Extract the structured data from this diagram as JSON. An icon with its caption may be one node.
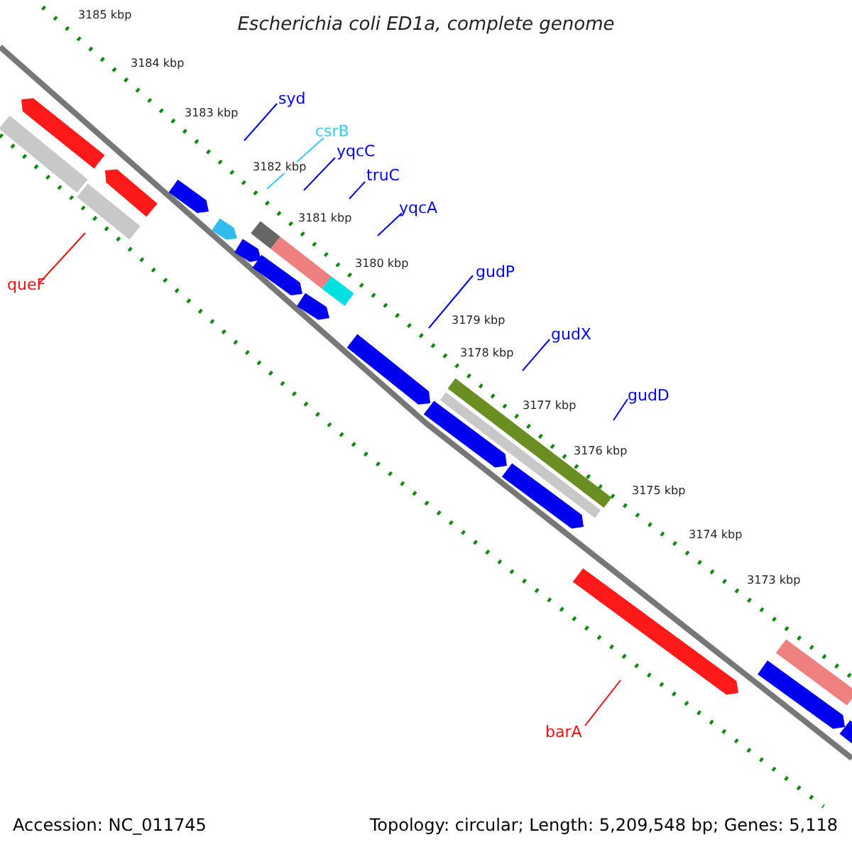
{
  "diagram": {
    "title": "Escherichia coli ED1a, complete genome",
    "nodes": [
      {
        "text": [
          "syd"
        ]
      },
      {
        "text": [
          "csrB"
        ]
      },
      {
        "text": [
          "yqcC"
        ]
      },
      {
        "text": [
          "truC"
        ]
      },
      {
        "text": [
          "yqcA"
        ]
      },
      {
        "text": [
          "gudP"
        ]
      },
      {
        "text": [
          "gudX"
        ]
      },
      {
        "text": [
          "gudD"
        ]
      },
      {
        "text": [
          "queF"
        ]
      },
      {
        "text": [
          "barA"
        ]
      }
    ],
    "edges": [
      {
        "from": 0,
        "to": null,
        "arrow": "none"
      },
      {
        "from": 1,
        "to": null,
        "arrow": "none",
        "color": "#33ccff"
      },
      {
        "from": 2,
        "to": null,
        "arrow": "none"
      },
      {
        "from": 3,
        "to": null,
        "arrow": "none"
      },
      {
        "from": 4,
        "to": null,
        "arrow": "none"
      },
      {
        "from": 5,
        "to": null,
        "arrow": "none"
      },
      {
        "from": 6,
        "to": null,
        "arrow": "none"
      },
      {
        "from": 7,
        "to": null,
        "arrow": "none"
      },
      {
        "from": 8,
        "to": null,
        "arrow": "none",
        "color": "#ee1111"
      },
      {
        "from": 9,
        "to": null,
        "arrow": "none",
        "color": "#ee1111"
      }
    ],
    "labels": [
      "3185 kbp",
      "3184 kbp",
      "3183 kbp",
      "3182 kbp",
      "3181 kbp",
      "3180 kbp",
      "3179 kbp",
      "3178 kbp",
      "3177 kbp",
      "3176 kbp",
      "3175 kbp",
      "3174 kbp",
      "3173 kbp",
      "Accession: NC_011745",
      "Topology: circular; Length: 5,209,548 bp; Genes: 5,118"
    ]
  }
}
